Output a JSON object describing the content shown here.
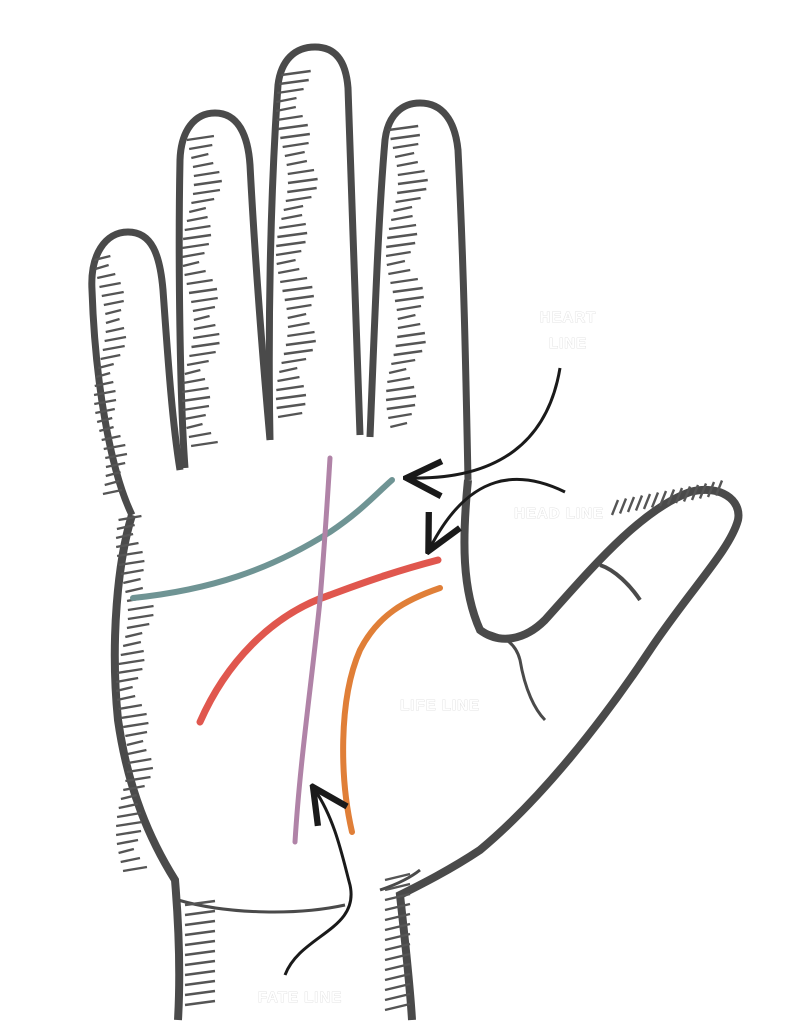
{
  "labels": {
    "heart_line_1": "HEART",
    "heart_line_2": "LINE",
    "head_line": "HEAD LINE",
    "life_line": "LIFE LINE",
    "fate_line": "FATE LINE"
  },
  "colors": {
    "outline": "#4a4a4a",
    "shade": "#555555",
    "heart_line": "#6f9494",
    "head_line": "#e0574e",
    "life_line": "#e07f38",
    "fate_line": "#b083a7",
    "arrow": "#1a1a1a",
    "background": "#ffffff"
  }
}
